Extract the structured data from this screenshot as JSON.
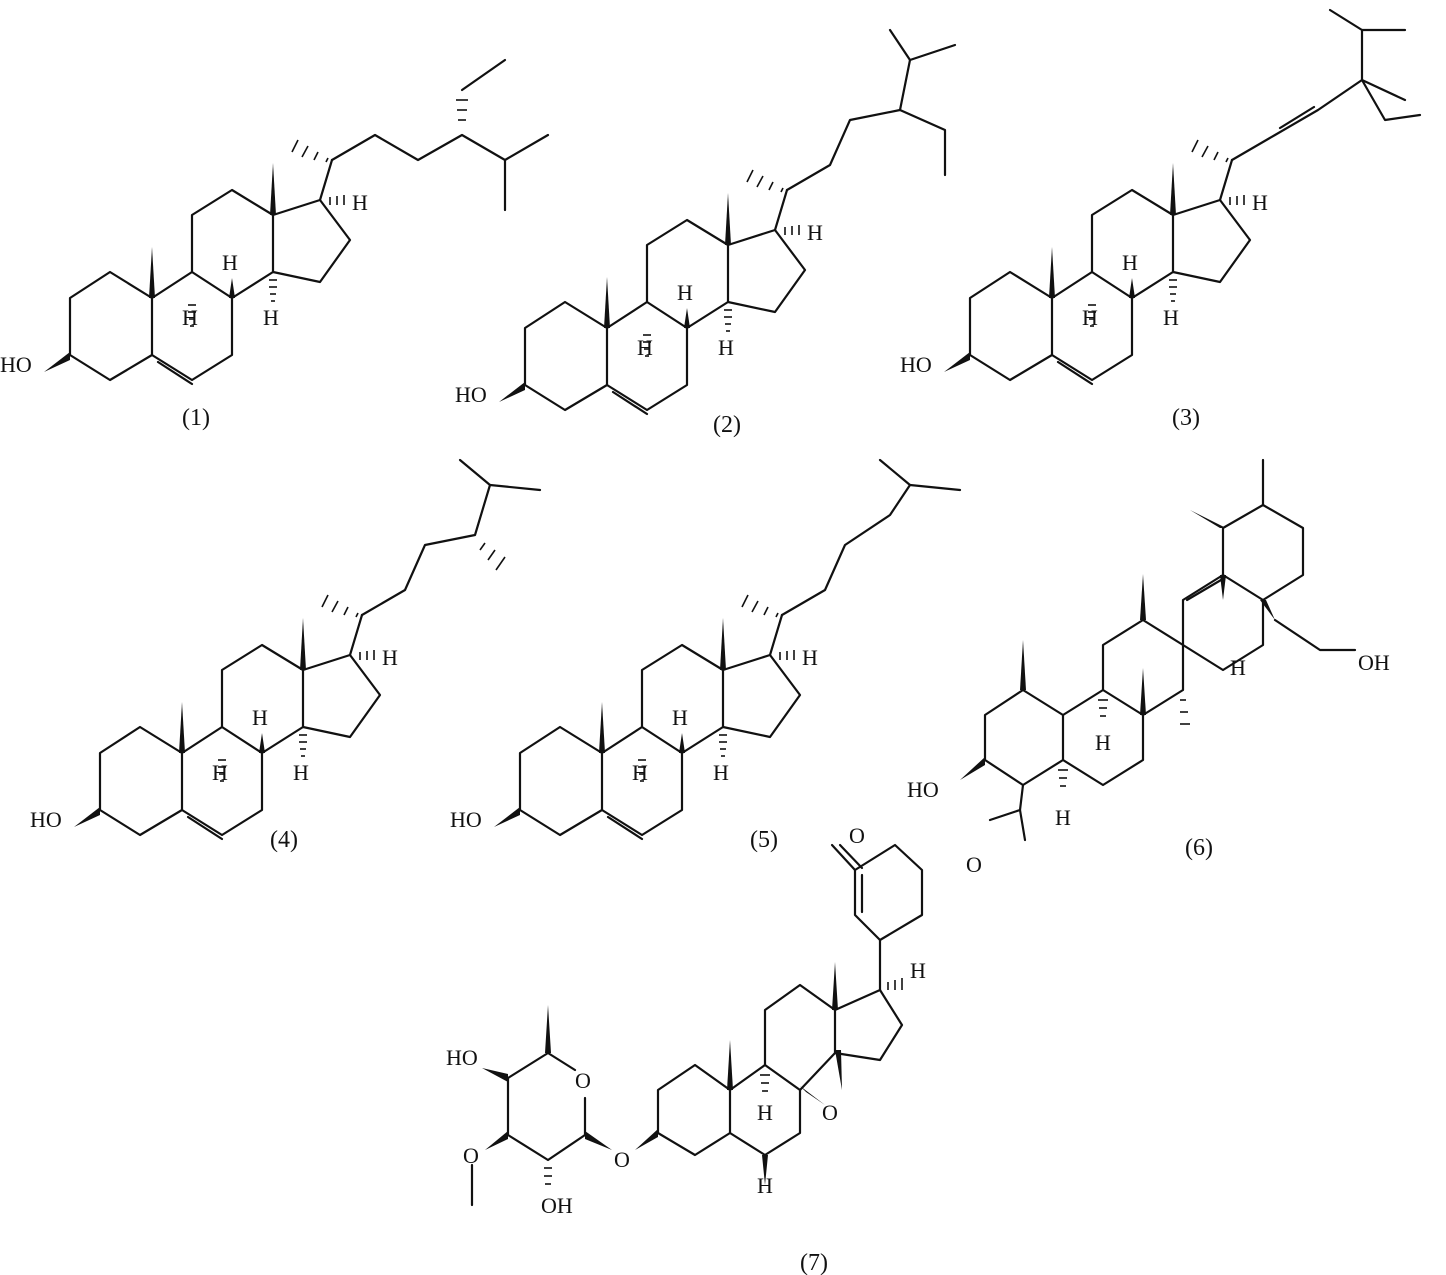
{
  "figure": {
    "type": "chemical-structures",
    "background": "#ffffff",
    "stroke_color": "#111111"
  },
  "compounds": [
    {
      "id": 1,
      "label": "(1)",
      "oh_label": "HO",
      "h_labels": [
        "H",
        "H",
        "H",
        "H"
      ],
      "side_chain": "24-ethyl, isopropyl terminus (sitosterol-type)"
    },
    {
      "id": 2,
      "label": "(2)",
      "oh_label": "HO",
      "h_labels": [
        "H",
        "H",
        "H",
        "H"
      ],
      "side_chain": "24-ethyl, isopropyl terminus"
    },
    {
      "id": 3,
      "label": "(3)",
      "oh_label": "HO",
      "h_labels": [
        "H",
        "H",
        "H",
        "H"
      ],
      "side_chain": "22-ene, 24-ethyl (stigmasterol-type)"
    },
    {
      "id": 4,
      "label": "(4)",
      "oh_label": "HO",
      "h_labels": [
        "H",
        "H",
        "H",
        "H"
      ],
      "side_chain": "24-methyl (campesterol-type)"
    },
    {
      "id": 5,
      "label": "(5)",
      "oh_label": "HO",
      "h_labels": [
        "H",
        "H",
        "H",
        "H"
      ],
      "side_chain": "cholesterol-type"
    },
    {
      "id": 6,
      "label": "(6)",
      "oh_label": "HO",
      "oh2_label": "OH",
      "h_labels": [
        "H",
        "H",
        "H"
      ],
      "side_chain": "ursane triterpene, 28-CH2OH"
    },
    {
      "id": 7,
      "label": "(7)",
      "atoms": {
        "lactone_o1": "O",
        "lactone_o2": "O",
        "ho": "HO",
        "ring_o": "O",
        "methoxy_o": "O",
        "oh": "OH",
        "glyco_o": "O",
        "epoxide_o": "O",
        "h17": "H",
        "h9": "H",
        "h5": "H"
      },
      "side_chain": "cardenolide glycoside, 14,15-epoxide"
    }
  ]
}
